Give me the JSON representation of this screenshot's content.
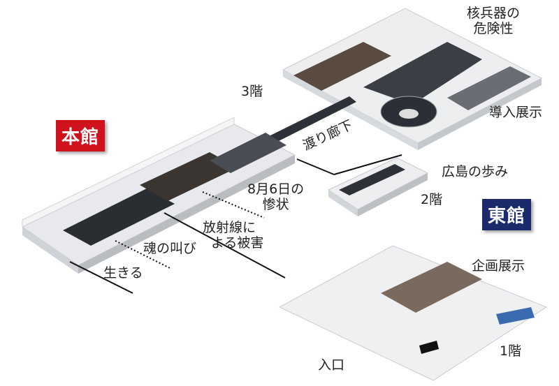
{
  "colors": {
    "main_badge": "#d0121c",
    "east_badge": "#1b2a6b"
  },
  "buildings": {
    "main": {
      "name": "本館"
    },
    "east": {
      "name": "東館"
    }
  },
  "floors": {
    "f3": "3階",
    "f2": "2階",
    "f1": "1階"
  },
  "zones": {
    "nuclear_danger": [
      "核兵器の",
      "危険性"
    ],
    "intro": "導入展示",
    "corridor": "渡り廊下",
    "hiroshima_history": "広島の歩み",
    "aug6": [
      "8月6日の",
      "惨状"
    ],
    "radiation": [
      "放射線に",
      "よる被害"
    ],
    "soul_cry": "魂の叫び",
    "living": "生きる",
    "special": "企画展示",
    "entrance": "入口"
  }
}
